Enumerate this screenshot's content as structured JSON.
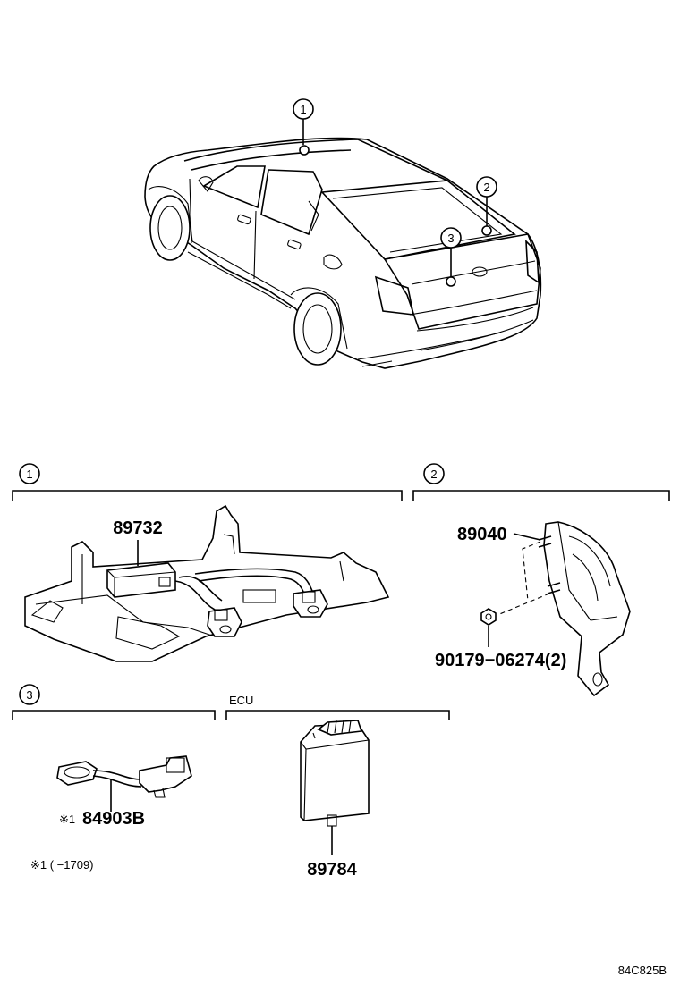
{
  "callouts": {
    "c1": "1",
    "c2": "2",
    "c3": "3"
  },
  "sections": {
    "s1_callout": "1",
    "s2_callout": "2",
    "s3_callout": "3",
    "ecu_label": "ECU"
  },
  "parts": {
    "p89732": "89732",
    "p89040": "89040",
    "p90179": "90179−06274(2)",
    "p84903_mark": "※1",
    "p84903": "84903B",
    "p89784": "89784"
  },
  "notes": {
    "note1": "※1 (     −1709)"
  },
  "diagram_code": "84C825B"
}
